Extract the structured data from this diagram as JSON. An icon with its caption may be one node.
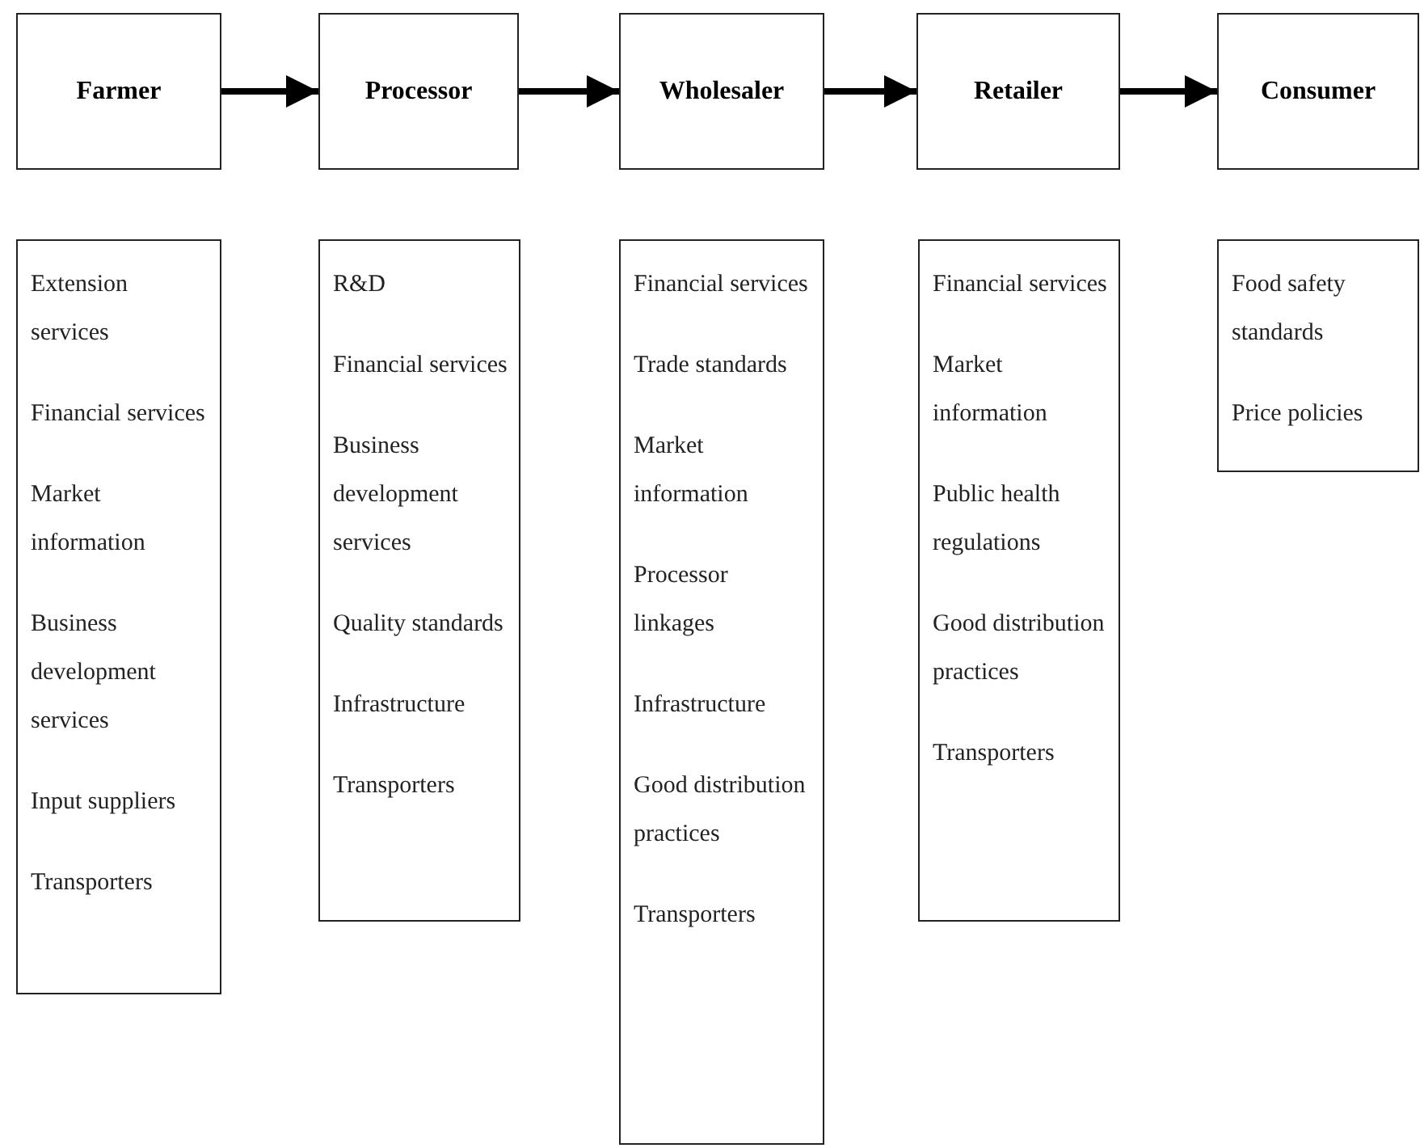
{
  "diagram": {
    "nodes": [
      {
        "text": [
          "Farmer"
        ]
      },
      {
        "text": [
          "Processor"
        ]
      },
      {
        "text": [
          "Wholesaler"
        ]
      },
      {
        "text": [
          "Retailer"
        ]
      },
      {
        "text": [
          "Consumer"
        ]
      },
      {
        "text": [
          "Extension services",
          "Financial services",
          "Market information",
          "Business development services",
          "Input suppliers",
          "Transporters"
        ]
      },
      {
        "text": [
          "R&D",
          "Financial services",
          "Business development services",
          "Quality standards",
          "Infrastructure",
          "Transporters"
        ]
      },
      {
        "text": [
          "Financial services",
          "Trade standards",
          "Market information",
          "Processor linkages",
          "Infrastructure",
          "Good distribution practices",
          "Transporters"
        ]
      },
      {
        "text": [
          "Financial services",
          "Market information",
          "Public health regulations",
          "Good distribution practices",
          "Transporters"
        ]
      },
      {
        "text": [
          "Food safety standards",
          "Price policies"
        ]
      }
    ],
    "edges": [
      {
        "from": 0,
        "to": 1,
        "arrow": "to"
      },
      {
        "from": 1,
        "to": 2,
        "arrow": "to"
      },
      {
        "from": 2,
        "to": 3,
        "arrow": "to"
      },
      {
        "from": 3,
        "to": 4,
        "arrow": "to"
      }
    ]
  }
}
